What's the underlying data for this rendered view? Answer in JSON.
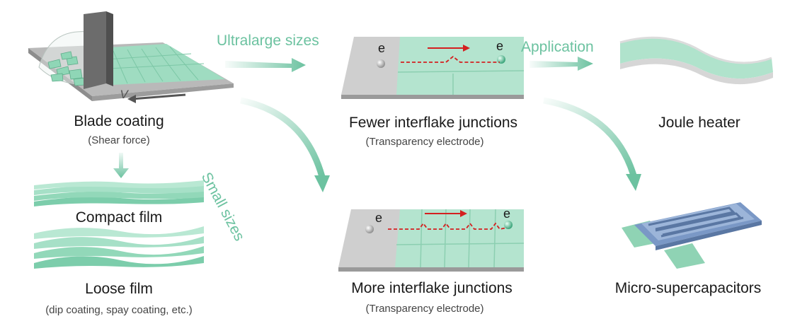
{
  "blade": {
    "title": "Blade coating",
    "sub": "(Shear force)",
    "velocity": "V"
  },
  "compact": {
    "title": "Compact film"
  },
  "loose": {
    "title": "Loose film",
    "sub": "(dip coating, spay coating, etc.)"
  },
  "fewer": {
    "title": "Fewer interflake junctions",
    "sub": "(Transparency electrode)",
    "e_left": "e",
    "e_right": "e"
  },
  "more": {
    "title": "More interflake junctions",
    "sub": "(Transparency electrode)",
    "e_left": "e",
    "e_right": "e"
  },
  "joule": {
    "title": "Joule heater"
  },
  "micro": {
    "title": "Micro-supercapacitors"
  },
  "routes": {
    "ultralarge": "Ultralarge sizes",
    "small": "Small sizes",
    "application": "Application"
  },
  "colors": {
    "accent": "#6cc2a0",
    "sheet": "#a8e0c6",
    "gray": "#c9c9c9",
    "junction": "#d42020",
    "blue": "#7a98c6"
  }
}
